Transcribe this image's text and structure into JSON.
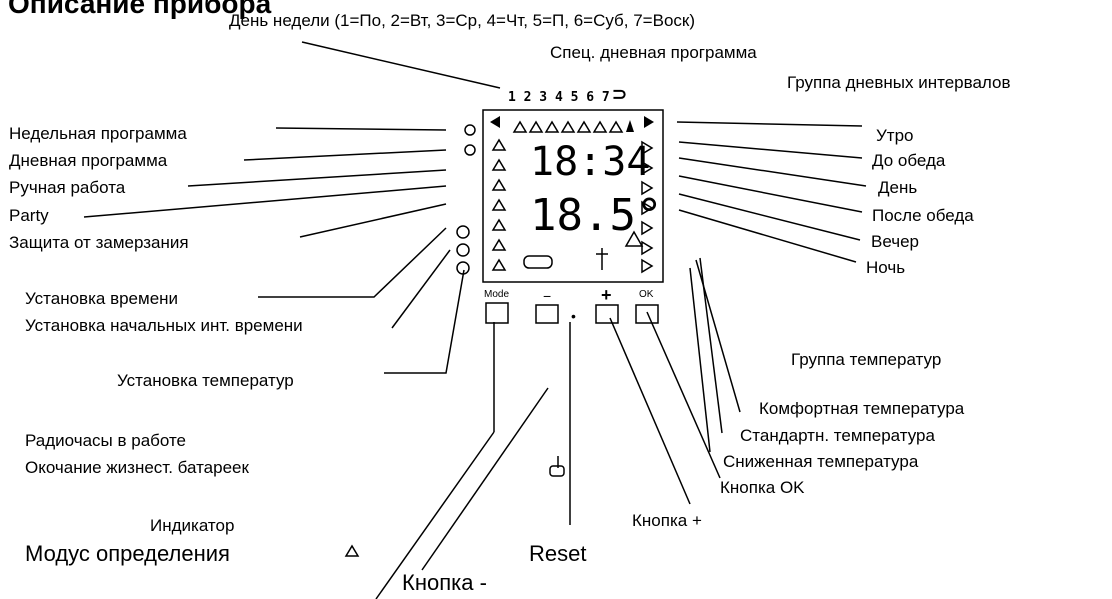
{
  "title": "Описание прибора",
  "top_labels": {
    "weekday": "День недели (1=По, 2=Вт, 3=Ср, 4=Чт, 5=П, 6=Суб, 7=Воск)",
    "special_day": "Спец. дневная программа",
    "day_interval_group": "Группа дневных интервалов"
  },
  "left_labels": {
    "weekly": "Недельная программа",
    "daily": "Дневная программа",
    "manual": "Ручная работа",
    "party": "Party",
    "frost": "Защита от замерзания",
    "set_time": "Установка времени",
    "set_intervals": "Установка начальных инт. времени",
    "set_temps": "Установка температур",
    "radio_clock": "Радиочасы в работе",
    "battery": "Окочание жизнест. батареек",
    "indicator": "Индикатор",
    "detect_mode": "Модус определения"
  },
  "right_labels": {
    "morning": "Утро",
    "before_lunch": "До обеда",
    "day": "День",
    "after_lunch": "После обеда",
    "evening": "Вечер",
    "night": "Ночь",
    "temp_group": "Группа температур",
    "comfort": "Комфортная температура",
    "standard": "Стандартн. температура",
    "reduced": "Сниженная температура"
  },
  "bottom_labels": {
    "ok_button": "Кнопка OK",
    "plus_button": "Кнопка +",
    "reset": "Reset",
    "minus_button": "Кнопка -"
  },
  "display": {
    "weekday_digits": "1 2 3 4 5 6 7",
    "time": "18:34",
    "temperature": "18.5°",
    "button_marks": [
      "Mode",
      "−",
      "+",
      "OK"
    ]
  }
}
